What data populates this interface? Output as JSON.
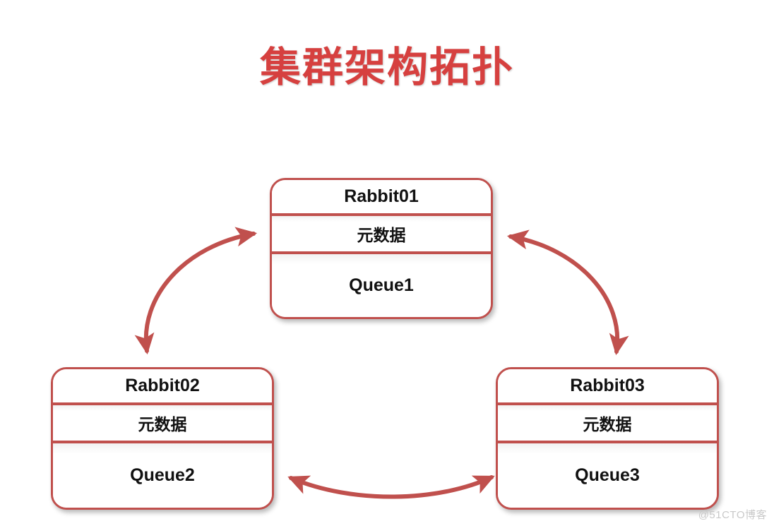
{
  "page": {
    "title": "集群架构拓扑",
    "background_color": "#ffffff",
    "title_color": "#d6403f",
    "accent_color": "#c0504d"
  },
  "diagram": {
    "type": "cluster-topology",
    "nodes": [
      {
        "id": "rabbit01",
        "name": "Rabbit01",
        "metadata_label": "元数据",
        "queue_label": "Queue1"
      },
      {
        "id": "rabbit02",
        "name": "Rabbit02",
        "metadata_label": "元数据",
        "queue_label": "Queue2"
      },
      {
        "id": "rabbit03",
        "name": "Rabbit03",
        "metadata_label": "元数据",
        "queue_label": "Queue3"
      }
    ],
    "connections": [
      {
        "id": "link-01-02",
        "from": "rabbit01",
        "to": "rabbit02",
        "style": "bidirectional-curved-arrow"
      },
      {
        "id": "link-01-03",
        "from": "rabbit01",
        "to": "rabbit03",
        "style": "bidirectional-curved-arrow"
      },
      {
        "id": "link-02-03",
        "from": "rabbit02",
        "to": "rabbit03",
        "style": "bidirectional-curved-arrow"
      }
    ]
  },
  "watermark": {
    "text": "@51CTO博客"
  }
}
